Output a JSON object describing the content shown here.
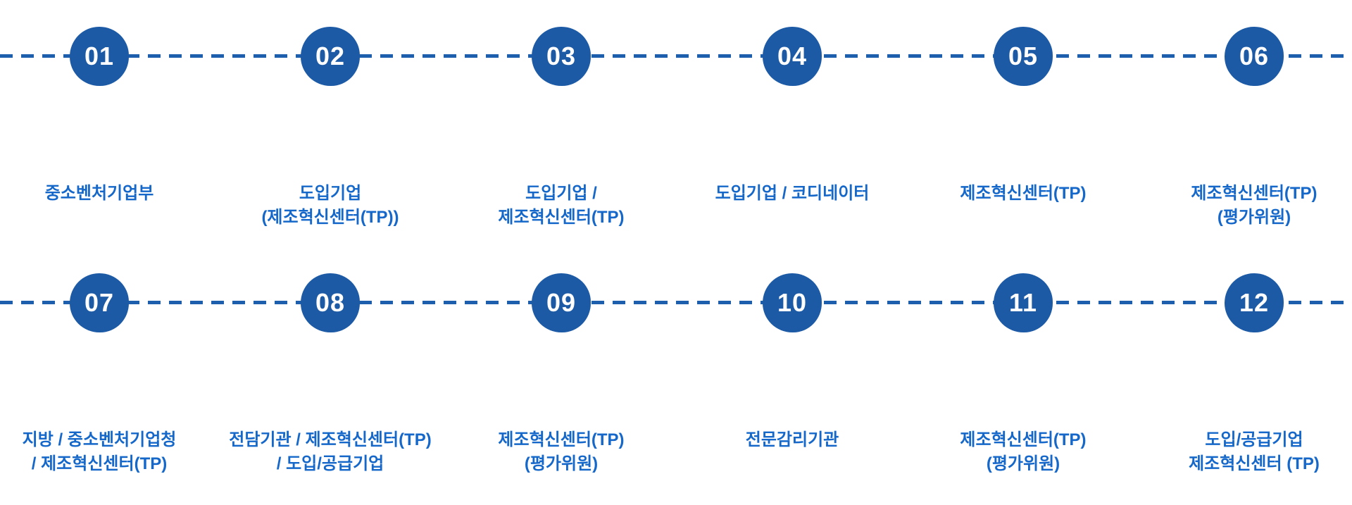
{
  "diagram": {
    "colors": {
      "circle_color": "#1C5AA6",
      "dash_color": "#1E5FAD",
      "label_color": "#1568C9",
      "number_color": "#FFFFFF"
    },
    "rows": [
      {
        "steps": [
          {
            "number": "01",
            "label_lines": [
              "중소벤처기업부"
            ]
          },
          {
            "number": "02",
            "label_lines": [
              "도입기업",
              "(제조혁신센터(TP))"
            ]
          },
          {
            "number": "03",
            "label_lines": [
              "도입기업 /",
              "제조혁신센터(TP)"
            ]
          },
          {
            "number": "04",
            "label_lines": [
              "도입기업 / 코디네이터"
            ]
          },
          {
            "number": "05",
            "label_lines": [
              "제조혁신센터(TP)"
            ]
          },
          {
            "number": "06",
            "label_lines": [
              "제조혁신센터(TP)",
              "(평가위원)"
            ]
          }
        ]
      },
      {
        "steps": [
          {
            "number": "07",
            "label_lines": [
              "지방 / 중소벤처기업청",
              "/ 제조혁신센터(TP)"
            ]
          },
          {
            "number": "08",
            "label_lines": [
              "전담기관 / 제조혁신센터(TP)",
              "/ 도입/공급기업"
            ]
          },
          {
            "number": "09",
            "label_lines": [
              "제조혁신센터(TP)",
              "(평가위원)"
            ]
          },
          {
            "number": "10",
            "label_lines": [
              "전문감리기관"
            ]
          },
          {
            "number": "11",
            "label_lines": [
              "제조혁신센터(TP)",
              "(평가위원)"
            ]
          },
          {
            "number": "12",
            "label_lines": [
              "도입/공급기업",
              "제조혁신센터 (TP)"
            ]
          }
        ]
      }
    ]
  }
}
